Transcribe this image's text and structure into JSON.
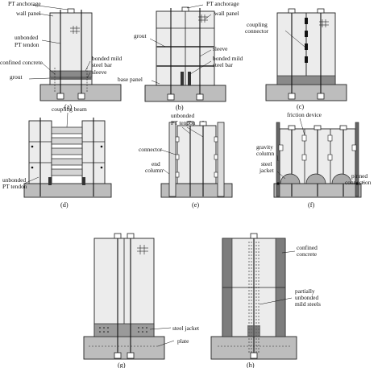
{
  "labels": {
    "a_pt_anchorage": "PT anchorage",
    "a_wall_panel": "wall panel",
    "a_unbonded_1": "unbonded",
    "a_unbonded_2": "PT tendon",
    "a_confined_concrete": "confined concrete",
    "a_grout": "grout",
    "a_bonded_1": "bonded mild",
    "a_bonded_2": "steel bar",
    "a_sleeve": "sleeve",
    "b_pt_anchorage": "PT anchorage",
    "b_wall_panel": "wall panel",
    "b_grout": "grout",
    "b_sleeve": "sleeve",
    "b_bonded_1": "bonded mild",
    "b_bonded_2": "steel bar",
    "b_base_panel": "base panel",
    "c_coupling_1": "coupling",
    "c_coupling_2": "connector",
    "d_coupling_beam": "coupling beam",
    "d_unbonded_1": "unbonded",
    "d_unbonded_2": "PT tendon",
    "e_unbonded_1": "unbonded",
    "e_unbonded_2": "PT tendon",
    "e_connector": "connector",
    "e_end_1": "end",
    "e_end_2": "column",
    "f_friction": "friction device",
    "f_gravity_1": "gravity",
    "f_gravity_2": "column",
    "f_steel_1": "steel",
    "f_steel_2": "jacket",
    "f_pinned_1": "pinned",
    "f_pinned_2": "connection",
    "g_steel_jacket": "steel jacket",
    "g_plate": "plate",
    "h_confined_1": "confined",
    "h_confined_2": "concrete",
    "h_partially_1": "partially",
    "h_partially_2": "unbonded",
    "h_partially_3": "mild steels"
  },
  "captions": {
    "a": "(a)",
    "b": "(b)",
    "c": "(c)",
    "d": "(d)",
    "e": "(e)",
    "f": "(f)",
    "g": "(g)",
    "h": "(h)"
  }
}
